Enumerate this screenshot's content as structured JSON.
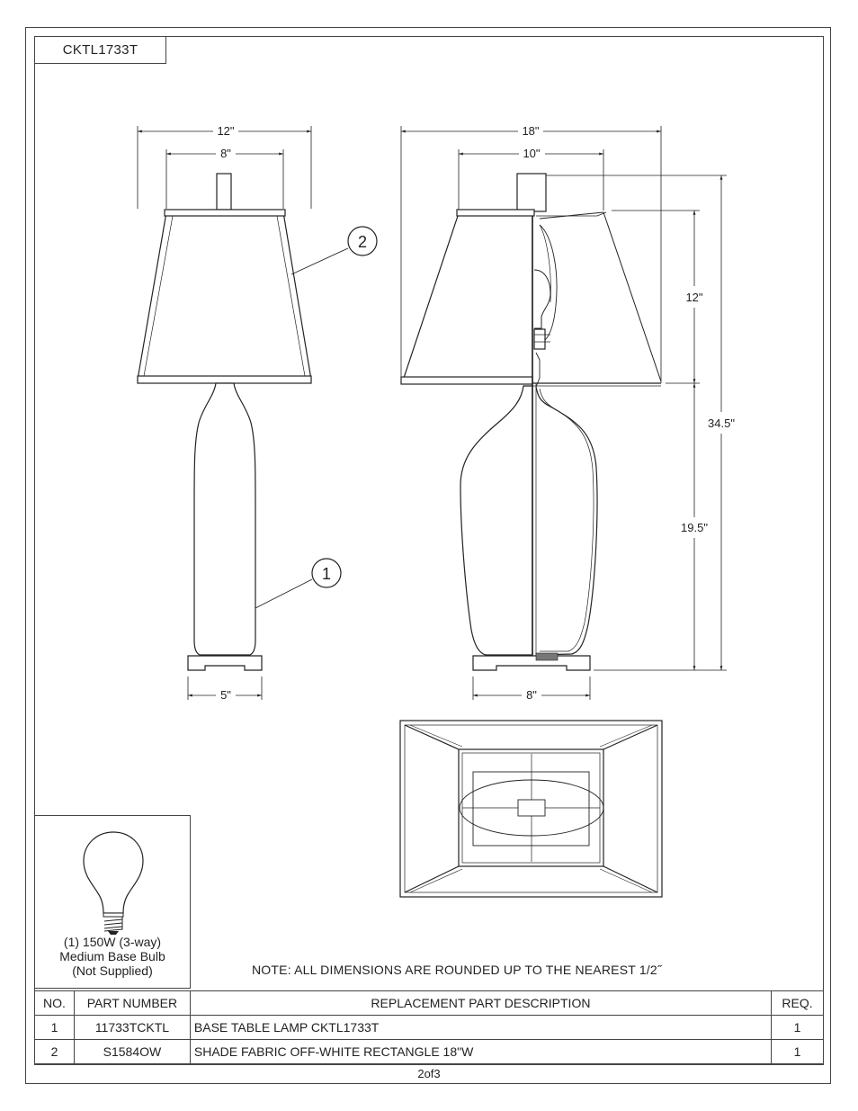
{
  "header": {
    "model": "CKTL1733T"
  },
  "dimensions": {
    "shade_top_front": "12\"",
    "shade_inner_front": "8\"",
    "base_width_front": "5\"",
    "shade_top_side": "18\"",
    "shade_inner_side": "10\"",
    "base_width_side": "8\"",
    "shade_height": "12\"",
    "overall_height": "34.5\"",
    "base_height": "19.5\""
  },
  "callouts": {
    "base": "1",
    "shade": "2"
  },
  "bulb": {
    "icon": "light-bulb-icon",
    "line1": "(1) 150W (3-way)",
    "line2": "Medium Base Bulb",
    "line3": "(Not Supplied)"
  },
  "note": "NOTE:  ALL DIMENSIONS ARE ROUNDED UP TO THE NEAREST  1/2˝",
  "parts_table": {
    "headers": {
      "no": "NO.",
      "part": "PART NUMBER",
      "desc": "REPLACEMENT PART DESCRIPTION",
      "req": "REQ."
    },
    "rows": [
      {
        "no": "1",
        "part": "11733TCKTL",
        "desc": "BASE TABLE LAMP CKTL1733T",
        "req": "1"
      },
      {
        "no": "2",
        "part": "S1584OW",
        "desc": "SHADE FABRIC OFF-WHITE RECTANGLE 18\"W",
        "req": "1"
      }
    ]
  },
  "footer": {
    "page": "2of3"
  }
}
